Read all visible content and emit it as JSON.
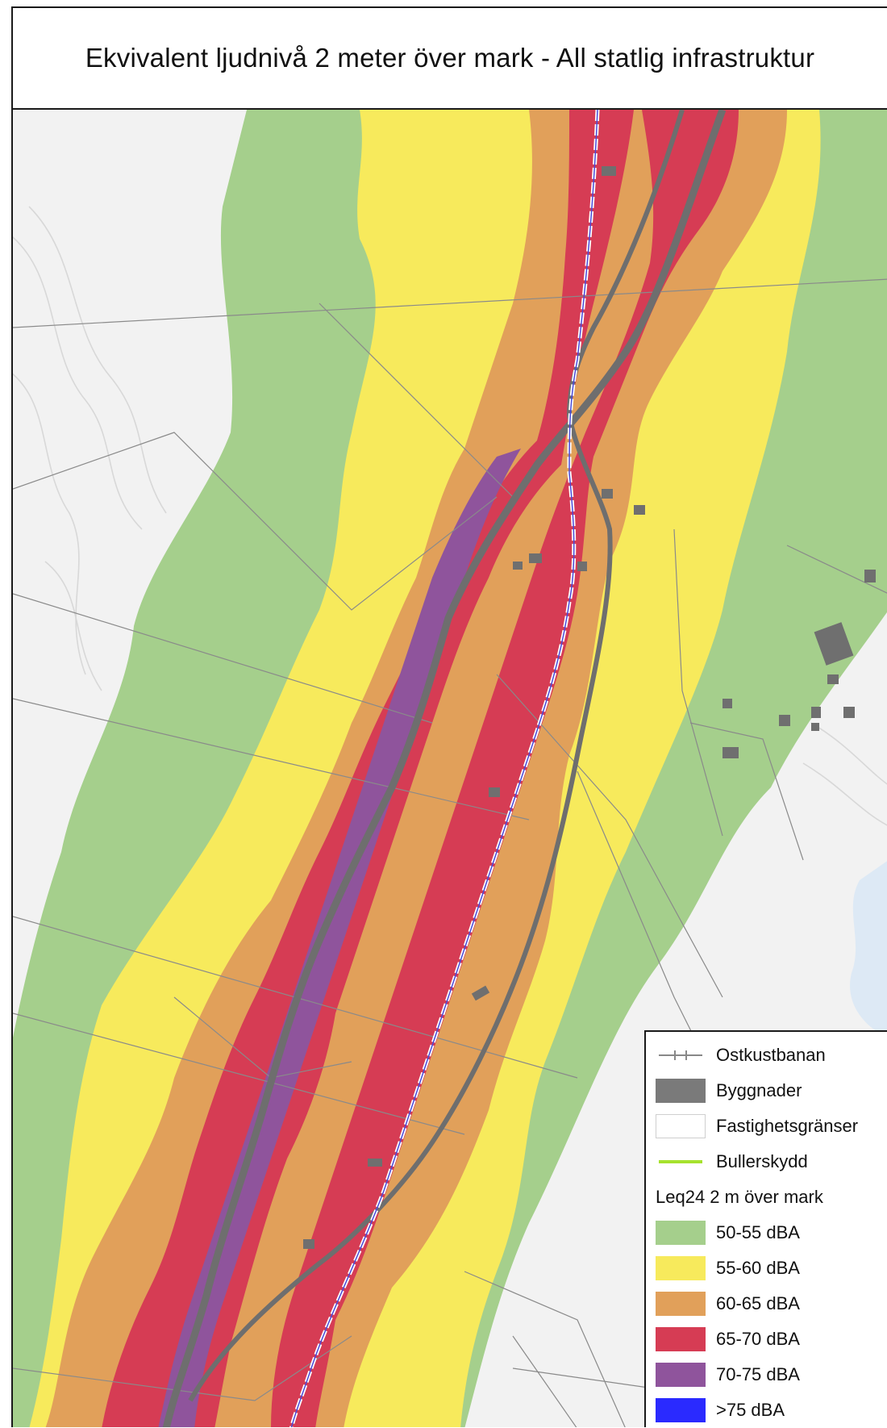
{
  "map": {
    "title": "Ekvivalent ljudnivå 2 meter över mark - All statlig infrastruktur"
  },
  "colors": {
    "background": "#f2f2f2",
    "water": "#dde9f5",
    "contour": "#d8d8d8",
    "band_50_55": "#a5cf8c",
    "band_55_60": "#f7ea5c",
    "band_60_65": "#e1a05a",
    "band_65_70": "#d63c54",
    "band_70_75": "#8f549c",
    "band_75_plus": "#2a2aff",
    "road": "#6e6e6e",
    "railway": "#ffffff",
    "buildings": "#6f6f6f",
    "property_lines": "#8a8a8a",
    "noise_barrier": "#a6e22e"
  },
  "legend": {
    "items": [
      {
        "key": "railway",
        "label": "Ostkustbanan",
        "symbol": "rail-line",
        "icon": "railway-line-icon"
      },
      {
        "key": "buildings",
        "label": "Byggnader",
        "symbol": "fill",
        "color": "#7a7a7a",
        "icon": "building-swatch"
      },
      {
        "key": "property",
        "label": "Fastighetsgränser",
        "symbol": "outline",
        "color": "#d0d0d0",
        "icon": "property-boundary-swatch"
      },
      {
        "key": "barrier",
        "label": "Bullerskydd",
        "symbol": "line",
        "color": "#a6e22e",
        "icon": "noise-barrier-line-icon"
      }
    ],
    "heading": "Leq24 2 m över mark",
    "classes": [
      {
        "label": "50-55 dBA",
        "color": "#a5cf8c"
      },
      {
        "label": "55-60 dBA",
        "color": "#f7ea5c"
      },
      {
        "label": "60-65 dBA",
        "color": "#e1a05a"
      },
      {
        "label": "65-70 dBA",
        "color": "#d63c54"
      },
      {
        "label": "70-75 dBA",
        "color": "#8f549c"
      },
      {
        "label": ">75 dBA",
        "color": "#2a2aff"
      }
    ]
  }
}
